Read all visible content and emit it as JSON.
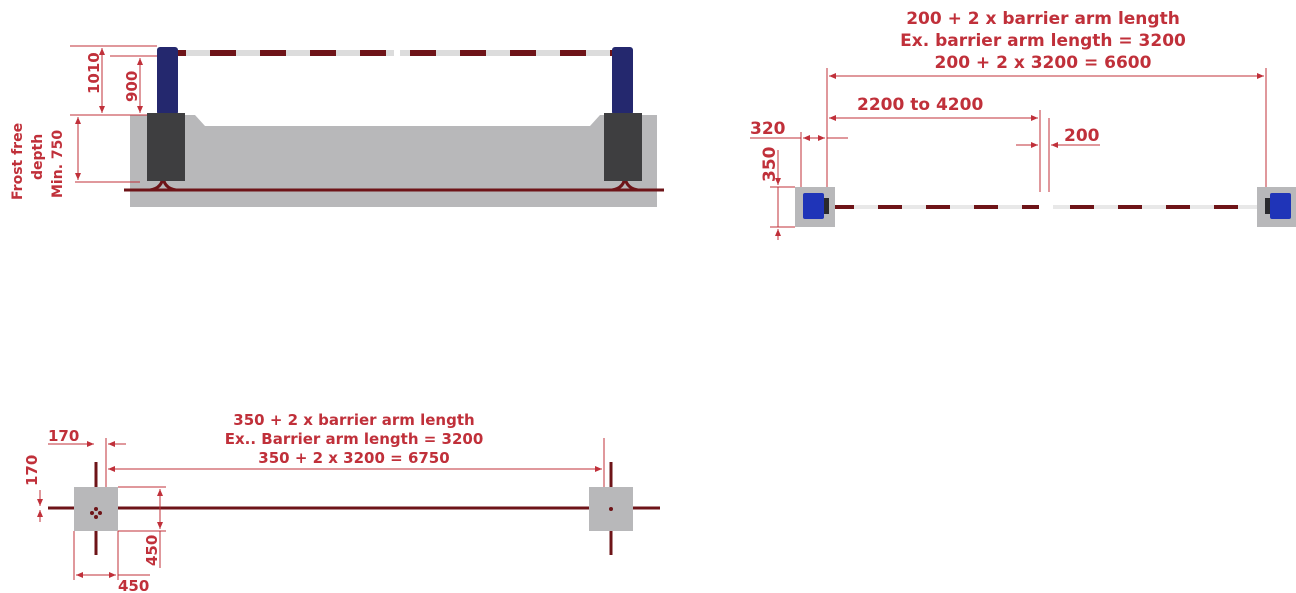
{
  "colors": {
    "dimension": "#c0303a",
    "cable": "#6e1418",
    "concrete": "#b8b8ba",
    "post": "#24286e",
    "housing": "#3e3e40",
    "arm_stripe": "#6e1418",
    "arm_base": "#dcdcdc"
  },
  "side_view": {
    "dim_1010": "1010",
    "dim_900": "900",
    "frost_label_line1": "Frost free",
    "frost_label_line2": "depth",
    "frost_label_line3": "Min. 750"
  },
  "top_view": {
    "formula_line1": "200 + 2 x barrier arm length",
    "formula_line2": "Ex. barrier arm length = 3200",
    "formula_line3": "200 + 2 x 3200 = 6600",
    "dim_range": "2200 to 4200",
    "dim_320": "320",
    "dim_200": "200",
    "dim_350": "350"
  },
  "foundation_view": {
    "formula_line1": "350 + 2 x barrier arm length",
    "formula_line2": "Ex.. Barrier arm length = 3200",
    "formula_line3": "350 + 2 x 3200 = 6750",
    "dim_170_h": "170",
    "dim_170_v": "170",
    "dim_450_v": "450",
    "dim_450_h": "450"
  }
}
